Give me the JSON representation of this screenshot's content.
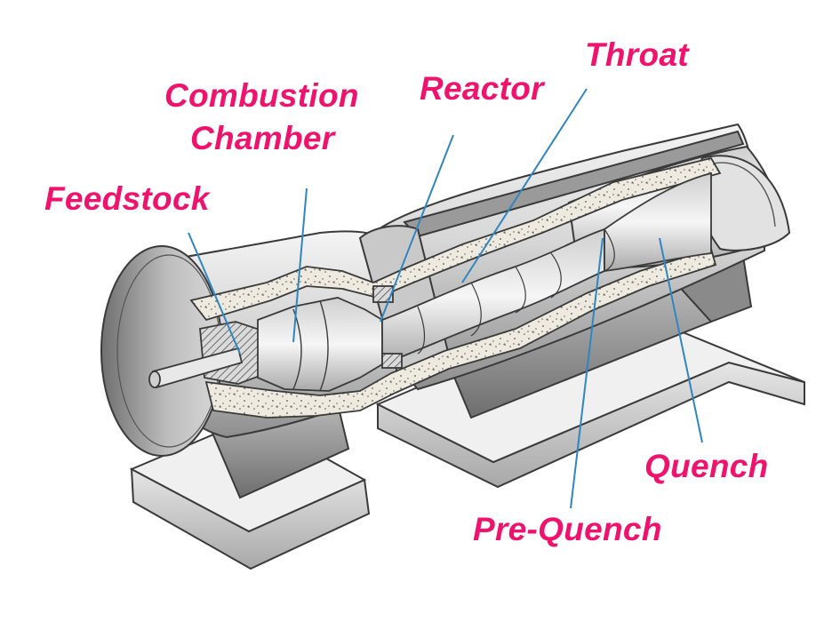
{
  "labels": {
    "feedstock": "Feedstock",
    "combustion_line1": "Combustion",
    "combustion_line2": "Chamber",
    "reactor": "Reactor",
    "throat": "Throat",
    "quench": "Quench",
    "pre_quench": "Pre-Quench"
  },
  "colors": {
    "label": "#f0136e",
    "leader": "#2f86c0",
    "outline": "#3a3a3a",
    "refractory": "#eeeae0"
  }
}
